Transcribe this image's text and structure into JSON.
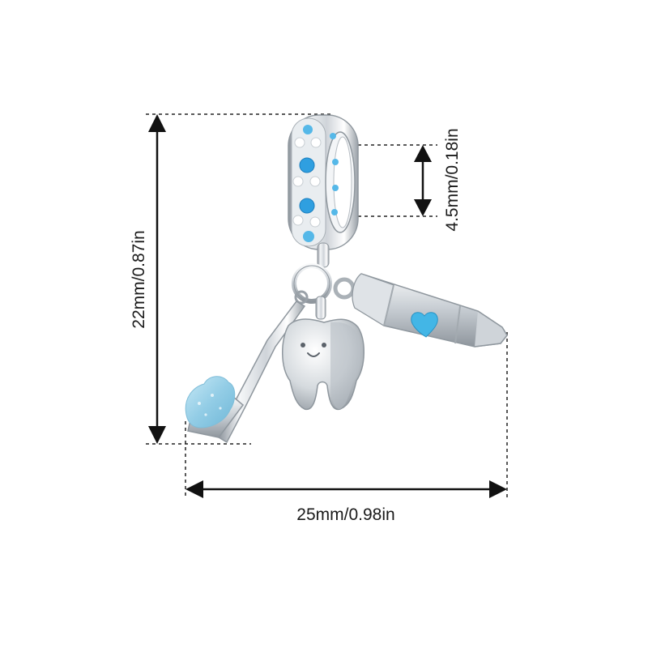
{
  "dimensions": {
    "height_label": "22mm/0.87in",
    "hole_label": "4.5mm/0.18in",
    "width_label": "25mm/0.98in"
  },
  "colors": {
    "background": "#ffffff",
    "dimension_line": "#111111",
    "silver": "#c9ced4",
    "enamel_blue": "#43b6e6",
    "bristle_blue": "#a8d8ec"
  },
  "icons": [
    "bead-icon",
    "tooth-charm-icon",
    "toothbrush-charm-icon",
    "toothpaste-charm-icon",
    "heart-icon"
  ]
}
